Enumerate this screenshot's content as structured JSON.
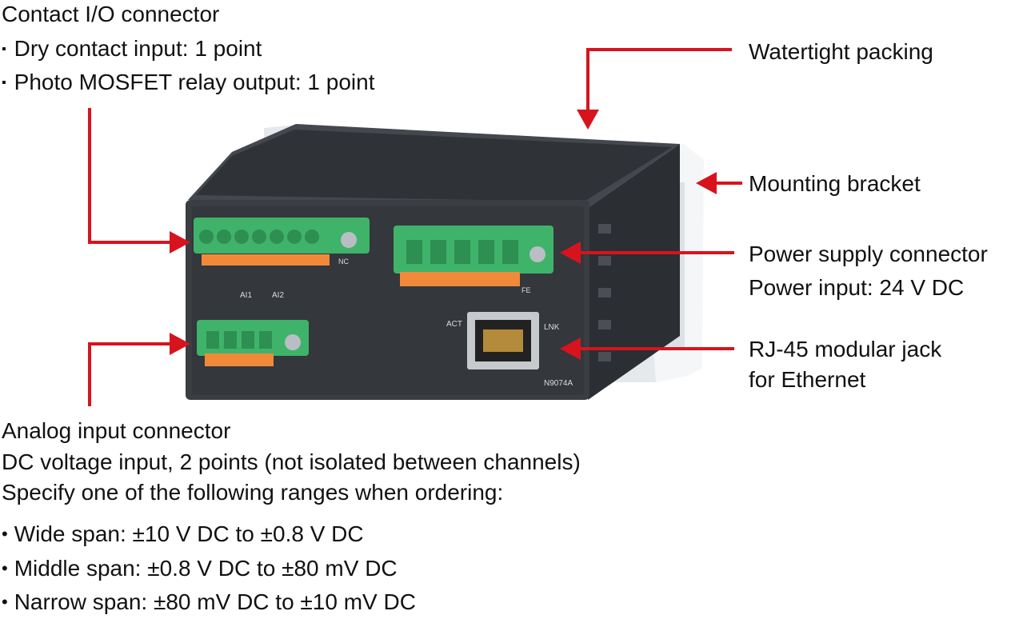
{
  "contact_io": {
    "title": "Contact I/O connector",
    "items": [
      "Dry contact input: 1 point",
      "Photo MOSFET relay output: 1 point"
    ]
  },
  "watertight": {
    "label": "Watertight packing"
  },
  "bracket": {
    "label": "Mounting bracket"
  },
  "power": {
    "title": "Power supply connector",
    "detail": "Power input: 24 V DC"
  },
  "rj45": {
    "title": "RJ-45 modular jack",
    "detail": "for Ethernet"
  },
  "analog": {
    "title": "Analog input connector",
    "line1": "DC voltage input, 2 points (not isolated between channels)",
    "line2": "Specify one of the following ranges when ordering:",
    "ranges": [
      "Wide span: ±10 V DC to ±0.8 V DC",
      "Middle span: ±0.8 V DC to ±80 mV DC",
      "Narrow span: ±80 mV DC to ±10 mV DC"
    ]
  },
  "device": {
    "ai1": "AI1",
    "ai2": "AI2",
    "act": "ACT",
    "lnk": "LNK",
    "model": "N9074A",
    "nc": "NC",
    "fe": "FE"
  },
  "colors": {
    "arrow": "#d7141e",
    "body": "#3a3d42",
    "connector": "#3fb36a",
    "terminal": "#f08a3a",
    "bracket": "#e9ecef"
  }
}
